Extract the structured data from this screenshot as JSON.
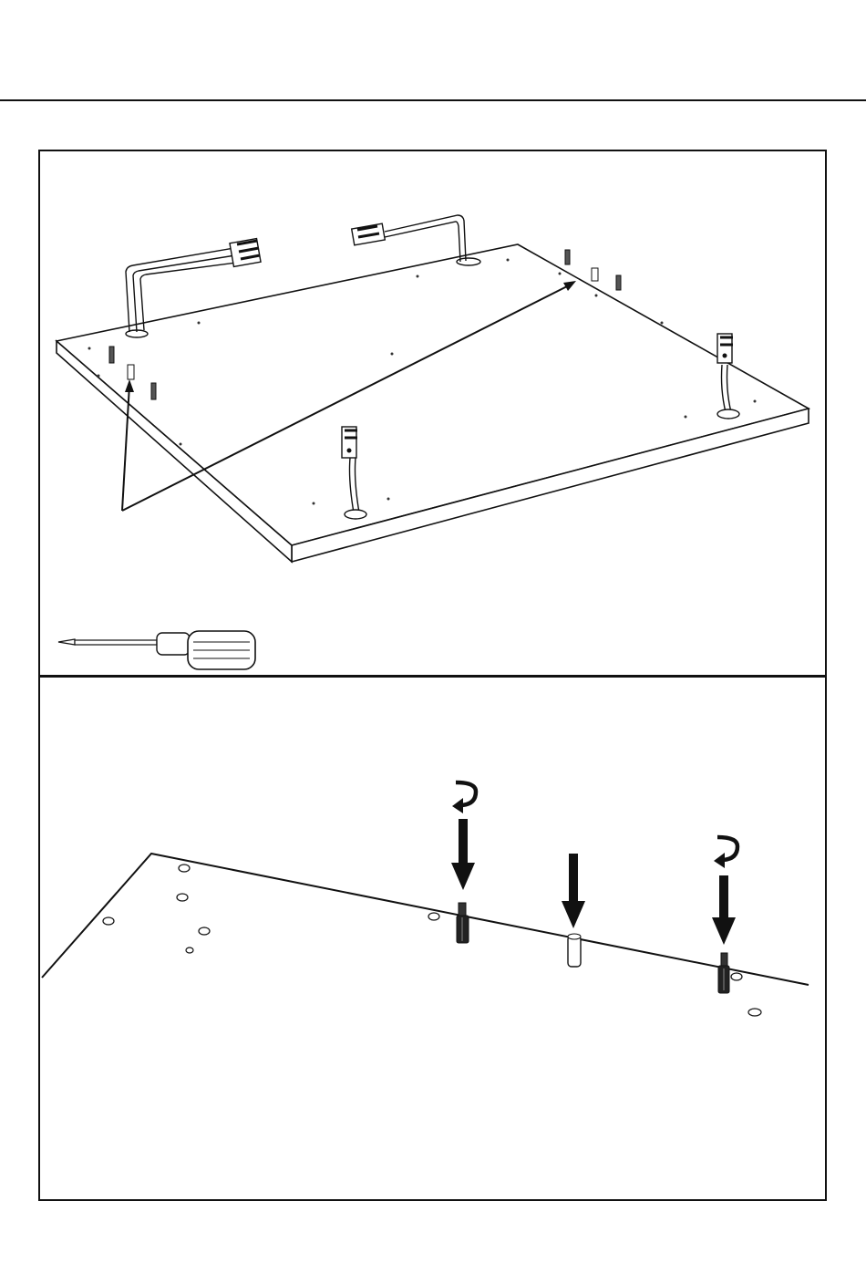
{
  "document": {
    "steps": [
      {
        "id": "step-1",
        "illustration": "tabletop-with-cable-connectors",
        "tool_icon": "screwdriver-icon"
      },
      {
        "id": "step-2",
        "illustration": "insert-screws-and-dowel-detail",
        "icons": [
          "rotate-arrow-icon",
          "down-arrow-icon"
        ]
      }
    ],
    "colors": {
      "line": "#111111",
      "fill": "#ffffff",
      "pin": "#333333"
    }
  }
}
